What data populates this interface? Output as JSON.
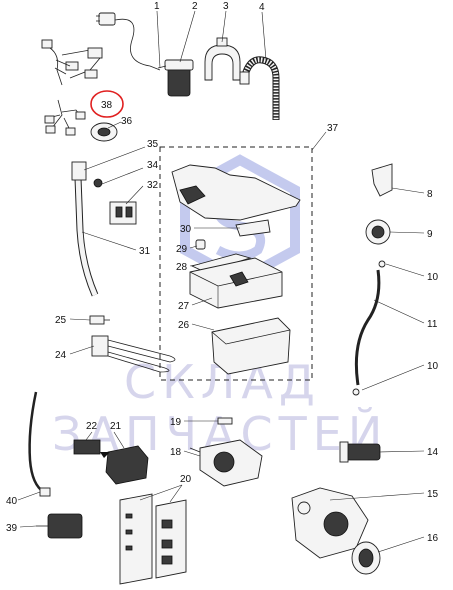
{
  "diagram": {
    "watermark": {
      "line1": "СКЛАД",
      "line2": "ЗАПЧАСТЕЙ"
    },
    "highlight_callout": "38",
    "callouts": [
      "1",
      "2",
      "3",
      "4",
      "37",
      "38",
      "36",
      "35",
      "34",
      "32",
      "8",
      "30",
      "9",
      "29",
      "28",
      "10",
      "27",
      "31",
      "11",
      "25",
      "26",
      "10",
      "24",
      "19",
      "22",
      "21",
      "14",
      "18",
      "15",
      "40",
      "20",
      "39",
      "16"
    ]
  }
}
